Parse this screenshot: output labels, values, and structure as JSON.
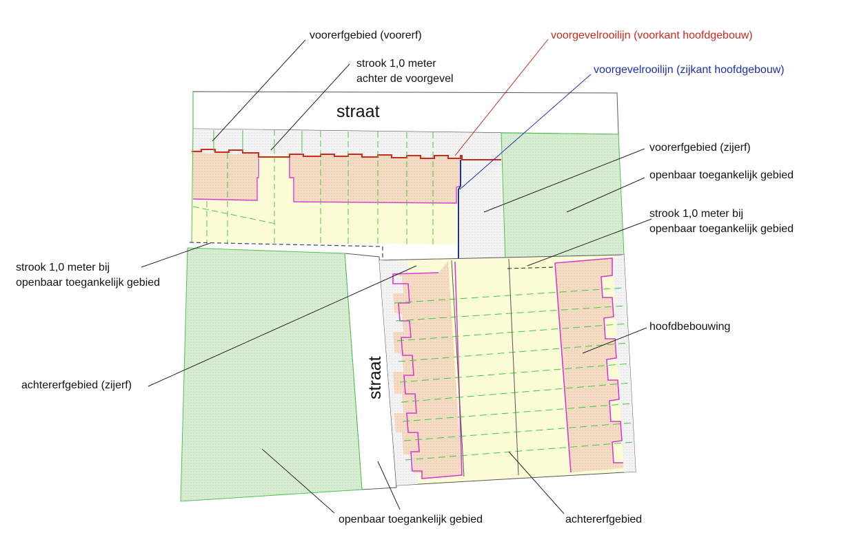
{
  "streets": {
    "top": "straat",
    "middle": "straat"
  },
  "labels": {
    "voorerfgebied": "voorerfgebied (voorerf)",
    "strook_voorgevel_1": "strook 1,0 meter",
    "strook_voorgevel_2": "achter de voorgevel",
    "voorgevelrooilijn_voorkant": "voorgevelrooilijn (voorkant hoofdgebouw)",
    "voorgevelrooilijn_zijkant": "voorgevelrooilijn (zijkant hoofdgebouw)",
    "voorerfgebied_zijerf": "voorerfgebied (zijerf)",
    "openbaar_rechts": "openbaar toegankelijk gebied",
    "strook_openbaar_rechts_1": "strook 1,0 meter bij",
    "strook_openbaar_rechts_2": "openbaar toegankelijk gebied",
    "strook_openbaar_links_1": "strook 1,0 meter bij",
    "strook_openbaar_links_2": "openbaar toegankelijk gebied",
    "hoofdbebouwing": "hoofdbebouwing",
    "achtererf_zijerf": "achtererfgebied (zijerf)",
    "openbaar_onder": "openbaar toegankelijk gebied",
    "achtererfgebied": "achtererfgebied"
  },
  "colors": {
    "public_green": "#d7ecd3",
    "yard_yellow": "#fbfbd6",
    "building_peach": "#f4dcc4",
    "front_grey": "#f1f1f1",
    "street_white": "#ffffff",
    "voorkant_red": "#cc2a1d",
    "zijkant_blue": "#1a2fb2",
    "building_outline_magenta": "#d43ad4",
    "parcel_green": "#4cc24c",
    "dashed_green": "#3ec83e",
    "leader_black": "#222222"
  }
}
